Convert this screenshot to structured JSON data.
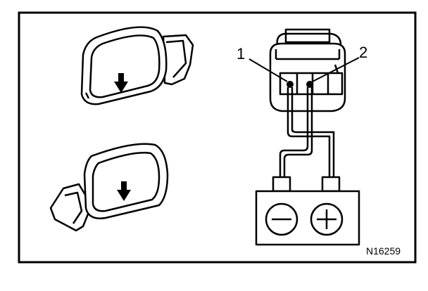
{
  "labels": {
    "terminal_1": "1",
    "terminal_2": "2",
    "figure_code": "N16259"
  },
  "icons": [
    "mirror-icon",
    "down-arrow-icon",
    "connector-icon",
    "battery-icon",
    "minus-icon",
    "plus-icon"
  ],
  "colors": {
    "line": "#000000",
    "background": "#ffffff"
  }
}
